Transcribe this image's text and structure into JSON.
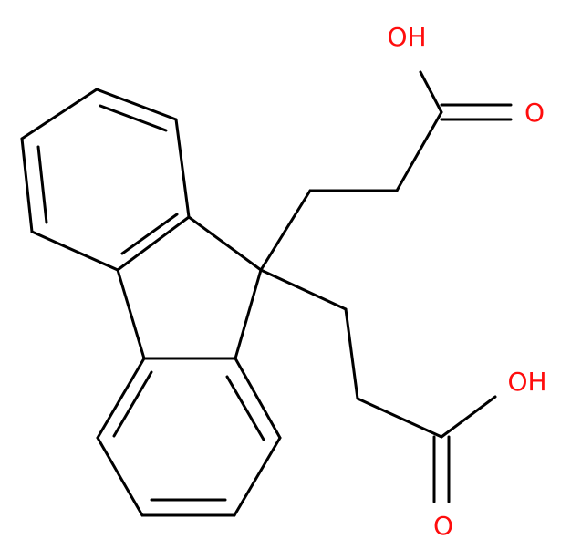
{
  "molecule": {
    "atoms": [
      {
        "id": "oh1",
        "text": "OH"
      },
      {
        "id": "o1",
        "text": "O"
      },
      {
        "id": "oh2",
        "text": "OH"
      },
      {
        "id": "o2",
        "text": "O"
      }
    ]
  },
  "colors": {
    "bond": "#000000",
    "oxygen": "#ff0d0d",
    "background": "#ffffff"
  }
}
